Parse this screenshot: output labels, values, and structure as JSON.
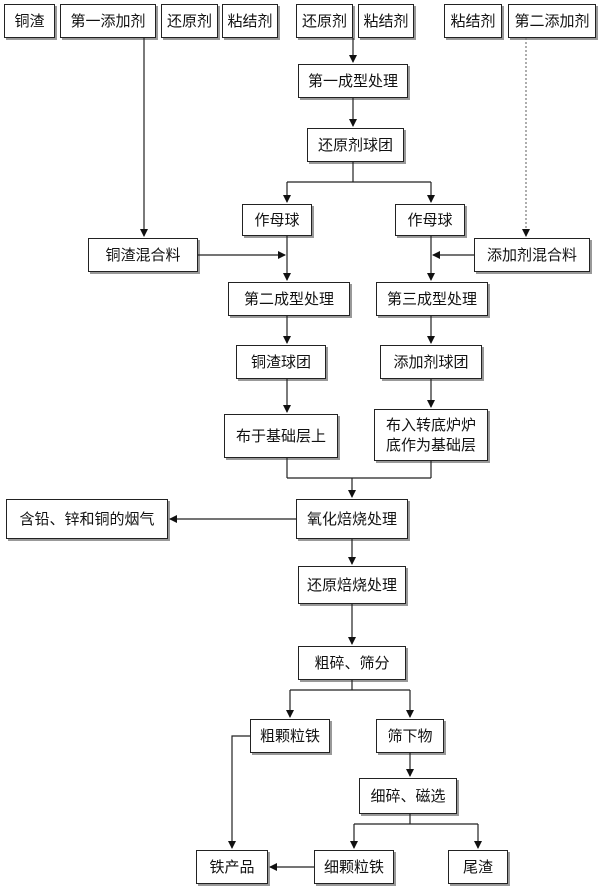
{
  "top_inputs": {
    "group1": [
      "铜渣",
      "第一添加剂",
      "还原剂",
      "粘结剂"
    ],
    "group2": [
      "还原剂",
      "粘结剂"
    ],
    "group3": [
      "粘结剂",
      "第二添加剂"
    ]
  },
  "steps": {
    "first_forming": "第一成型处理",
    "reductant_pellet": "还原剂球团",
    "mother_ball_left": "作母球",
    "mother_ball_right": "作母球",
    "copper_slag_mix": "铜渣混合料",
    "additive_mix": "添加剂混合料",
    "second_forming": "第二成型处理",
    "third_forming": "第三成型处理",
    "copper_slag_pellet": "铜渣球团",
    "additive_pellet": "添加剂球团",
    "place_on_base": "布于基础层上",
    "place_hearth_line1": "布入转底炉炉",
    "place_hearth_line2": "底作为基础层",
    "oxidation_roasting": "氧化焙烧处理",
    "flue_gas": "含铅、锌和铜的烟气",
    "reduction_roasting": "还原焙烧处理",
    "crush_screen": "粗碎、筛分",
    "coarse_iron": "粗颗粒铁",
    "undersize": "筛下物",
    "fine_crush_magnetic": "细碎、磁选",
    "iron_product": "铁产品",
    "fine_iron": "细颗粒铁",
    "tailings": "尾渣"
  }
}
